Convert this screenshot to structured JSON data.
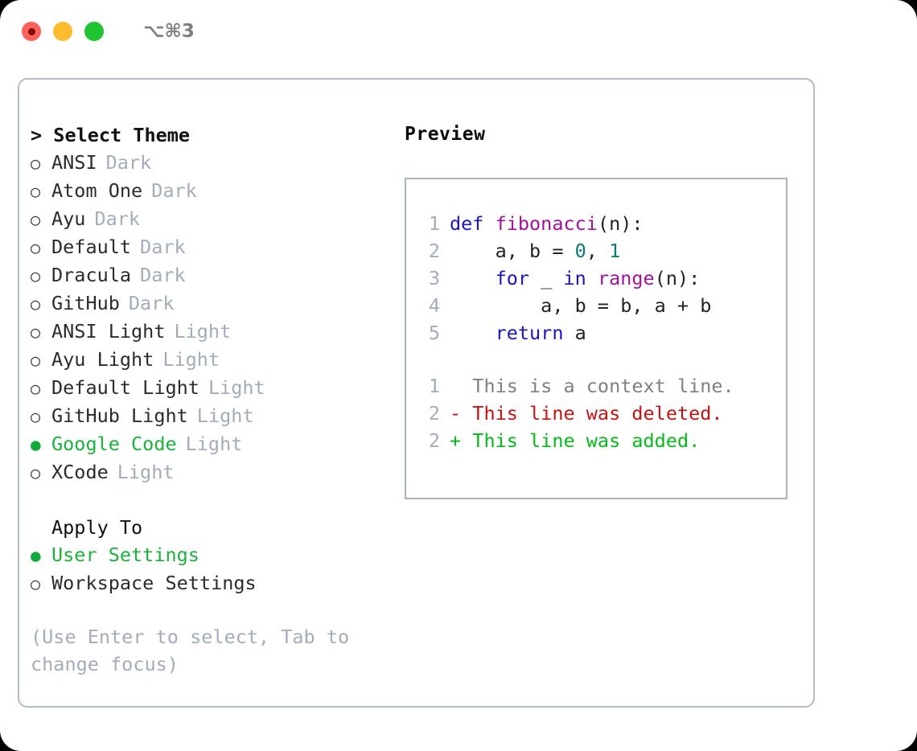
{
  "window": {
    "shortcut_label": "⌥⌘3",
    "traffic_lights": [
      "close",
      "minimize",
      "maximize"
    ]
  },
  "left": {
    "header": "> Select Theme",
    "themes": [
      {
        "bullet": "○",
        "name": "ANSI",
        "kind": "Dark",
        "selected": false
      },
      {
        "bullet": "○",
        "name": "Atom One",
        "kind": "Dark",
        "selected": false
      },
      {
        "bullet": "○",
        "name": "Ayu",
        "kind": "Dark",
        "selected": false
      },
      {
        "bullet": "○",
        "name": "Default",
        "kind": "Dark",
        "selected": false
      },
      {
        "bullet": "○",
        "name": "Dracula",
        "kind": "Dark",
        "selected": false
      },
      {
        "bullet": "○",
        "name": "GitHub",
        "kind": "Dark",
        "selected": false
      },
      {
        "bullet": "○",
        "name": "ANSI Light",
        "kind": "Light",
        "selected": false
      },
      {
        "bullet": "○",
        "name": "Ayu Light",
        "kind": "Light",
        "selected": false
      },
      {
        "bullet": "○",
        "name": "Default Light",
        "kind": "Light",
        "selected": false
      },
      {
        "bullet": "○",
        "name": "GitHub Light",
        "kind": "Light",
        "selected": false
      },
      {
        "bullet": "●",
        "name": "Google Code",
        "kind": "Light",
        "selected": true
      },
      {
        "bullet": "○",
        "name": "XCode",
        "kind": "Light",
        "selected": false
      }
    ],
    "apply_to_header": "Apply To",
    "apply_to_options": [
      {
        "bullet": "●",
        "name": "User Settings",
        "selected": true
      },
      {
        "bullet": "○",
        "name": "Workspace Settings",
        "selected": false
      }
    ],
    "hint": "(Use Enter to select, Tab to change focus)"
  },
  "right": {
    "preview_label": "Preview",
    "code_lines": [
      {
        "num": "1",
        "tokens": [
          {
            "t": "def ",
            "c": "kw"
          },
          {
            "t": "fibonacci",
            "c": "fn"
          },
          {
            "t": "(n):",
            "c": "plain"
          }
        ]
      },
      {
        "num": "2",
        "tokens": [
          {
            "t": "    a, b = ",
            "c": "plain"
          },
          {
            "t": "0",
            "c": "num"
          },
          {
            "t": ", ",
            "c": "plain"
          },
          {
            "t": "1",
            "c": "num"
          }
        ]
      },
      {
        "num": "3",
        "tokens": [
          {
            "t": "    ",
            "c": "plain"
          },
          {
            "t": "for",
            "c": "kw"
          },
          {
            "t": " _ ",
            "c": "plain"
          },
          {
            "t": "in",
            "c": "kw"
          },
          {
            "t": " ",
            "c": "plain"
          },
          {
            "t": "range",
            "c": "fn"
          },
          {
            "t": "(n):",
            "c": "plain"
          }
        ]
      },
      {
        "num": "4",
        "tokens": [
          {
            "t": "        a, b = b, a + b",
            "c": "plain"
          }
        ]
      },
      {
        "num": "5",
        "tokens": [
          {
            "t": "    ",
            "c": "plain"
          },
          {
            "t": "return",
            "c": "kw"
          },
          {
            "t": " a",
            "c": "plain"
          }
        ]
      }
    ],
    "diff_lines": [
      {
        "num": "1",
        "marker": "  ",
        "text": "This is a context line.",
        "kind": "ctx"
      },
      {
        "num": "2",
        "marker": "- ",
        "text": "This line was deleted.",
        "kind": "del"
      },
      {
        "num": "2",
        "marker": "+ ",
        "text": "This line was added.",
        "kind": "add"
      }
    ]
  },
  "colors": {
    "accent_green": "#19b23c",
    "muted": "#a3acbb",
    "keyword": "#1a13c4",
    "function": "#a2119a",
    "number": "#0a7a77",
    "diff_deleted": "#c31312",
    "diff_added": "#05ba18",
    "panel_border": "#b2bbc7"
  }
}
